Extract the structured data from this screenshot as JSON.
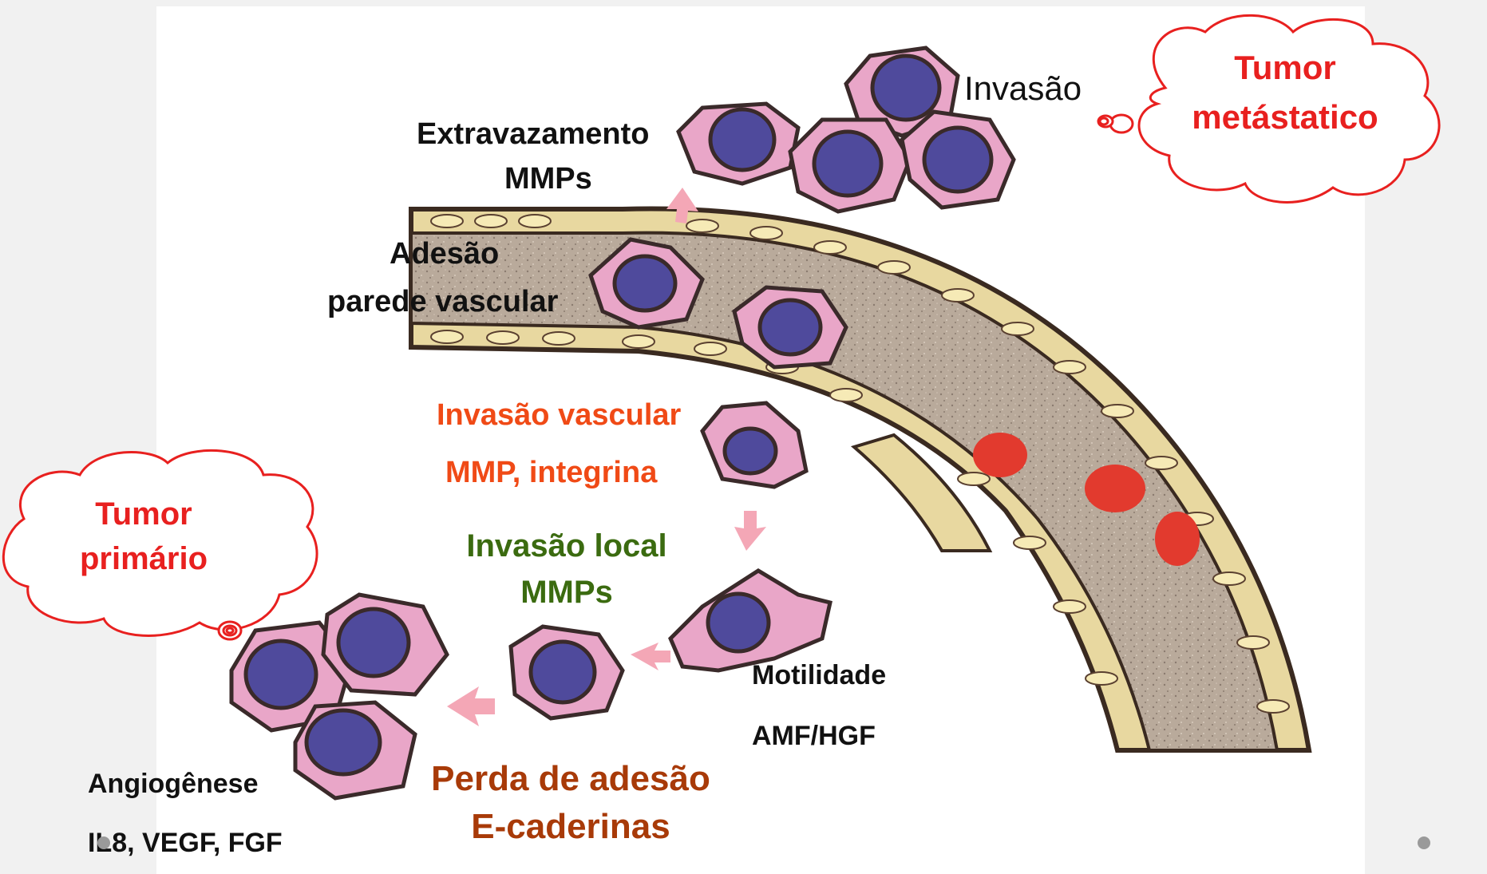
{
  "labels": {
    "invasao": "Invasão",
    "tumor_metastatico_1": "Tumor",
    "tumor_metastatico_2": "metástatico",
    "extravazamento": "Extravazamento",
    "mmps_extra": "MMPs",
    "adesao": "Adesão",
    "parede_vascular": "parede vascular",
    "invasao_vascular": "Invasão vascular",
    "mmp_integrina": "MMP, integrina",
    "tumor_primario_1": "Tumor",
    "tumor_primario_2": "primário",
    "invasao_local": "Invasão local",
    "mmps_local": "MMPs",
    "motilidade": "Motilidade",
    "amf_hgf": "AMF/HGF",
    "angiogenese": "Angiogênese",
    "il8": "IL8, VEGF, FGF",
    "perda_adesao": "Perda de adesão",
    "e_caderinas": "E-caderinas"
  },
  "colors": {
    "callout_red": "#e8201f",
    "invasao_vascular": "#f04a16",
    "invasao_local": "#3b6b10",
    "perda_adesao": "#a83a08",
    "cell_fill": "#e9a6c8",
    "nucleus": "#4f4a9c",
    "vessel_lumen": "#b7a89a",
    "vessel_wall": "#e8d8a0",
    "red_blood_cell": "#e23a2e",
    "arrow": "#f4a7b6"
  },
  "icons": [
    "thought-cloud",
    "tumor-cell",
    "blood-vessel",
    "arrow"
  ]
}
